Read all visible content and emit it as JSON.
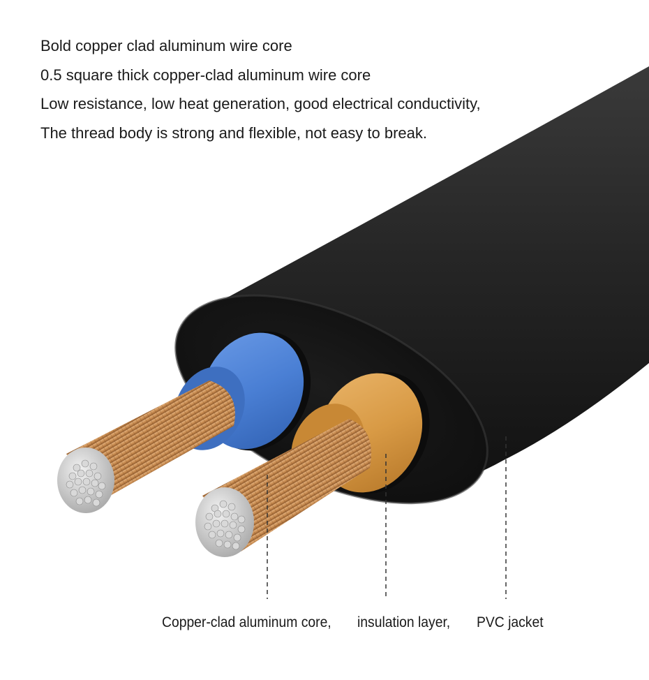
{
  "features": {
    "lines": [
      "Bold copper clad aluminum wire core",
      "0.5 square thick copper-clad aluminum wire core",
      "Low resistance, low heat generation, good electrical conductivity,",
      "The thread body is strong and flexible, not easy to break."
    ]
  },
  "callouts": {
    "core": "Copper-clad aluminum core,",
    "insulation": "insulation layer,",
    "jacket": "PVC jacket"
  },
  "colors": {
    "jacket": "#2b2b2b",
    "insulation_blue": "#4a7fd4",
    "insulation_orange": "#d89a45",
    "copper": "#c98d52"
  }
}
